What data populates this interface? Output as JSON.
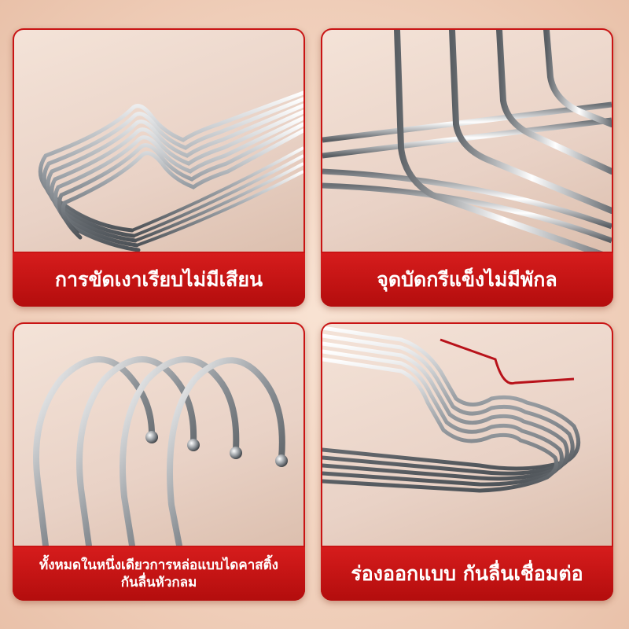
{
  "panels": [
    {
      "caption": "การขัดเงาเรียบไม่มีเสียน",
      "image": "hanger-stack-polished"
    },
    {
      "caption": "จุดบัดกรีแข็งไม่มีพักล",
      "image": "hanger-weld-closeup"
    },
    {
      "caption_lines": [
        "ทั้งหมดในหนึ่งเดียวการหล่อแบบไดคาสติ้ง",
        "กันลื่นหัวกลม"
      ],
      "image": "hanger-hooks-round-tips"
    },
    {
      "caption": "ร่องออกแบบ กันลื่นเชื่อมต่อ",
      "image": "hanger-anti-slip-groove"
    }
  ],
  "colors": {
    "caption_red": "#c91414",
    "background": "#f3d7c3"
  }
}
